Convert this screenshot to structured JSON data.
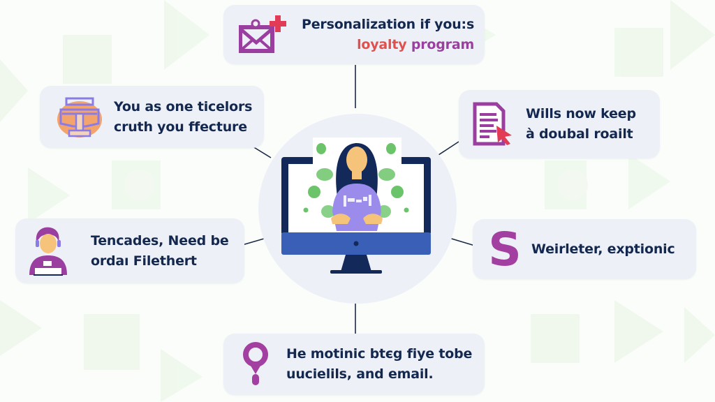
{
  "diagram": {
    "type": "hub-and-spoke infographic",
    "center": {
      "illustration": "woman-on-computer-monitor",
      "icon": "monitor-with-person-icon"
    },
    "colors": {
      "card_background": "#edf1f7",
      "text_primary": "#14284f",
      "accent_purple": "#9a3fa0",
      "accent_red": "#e0504f",
      "monitor_navy": "#13295a",
      "monitor_blue": "#3a5fb6",
      "person_shirt": "#9b8cec",
      "leaf_green": "#6cc46a",
      "background_tint": "#eef7ea"
    },
    "cards": {
      "top": {
        "icon": "envelope-plus-icon",
        "line1": "Personalization if you:s",
        "line2_part1": "loyalty",
        "line2_part2": " program"
      },
      "left_top": {
        "icon": "robot-badge-icon",
        "line1": "You as one ticelors",
        "line2": "cruth you ffecture"
      },
      "right_top": {
        "icon": "document-cursor-icon",
        "line1": "Wills now keep",
        "line2": "à doubal roailt"
      },
      "left_mid": {
        "icon": "support-agent-icon",
        "line1": "Tencades, Need be",
        "line2": "ordaı Filethert"
      },
      "right_mid": {
        "icon": "letter-s-icon",
        "icon_glyph": "S",
        "line1": "Weirleter, exptionic"
      },
      "bottom": {
        "icon": "location-pin-icon",
        "line1": "He motinic btєg fiye tobe",
        "line2": "uucielils, and  email."
      }
    }
  }
}
